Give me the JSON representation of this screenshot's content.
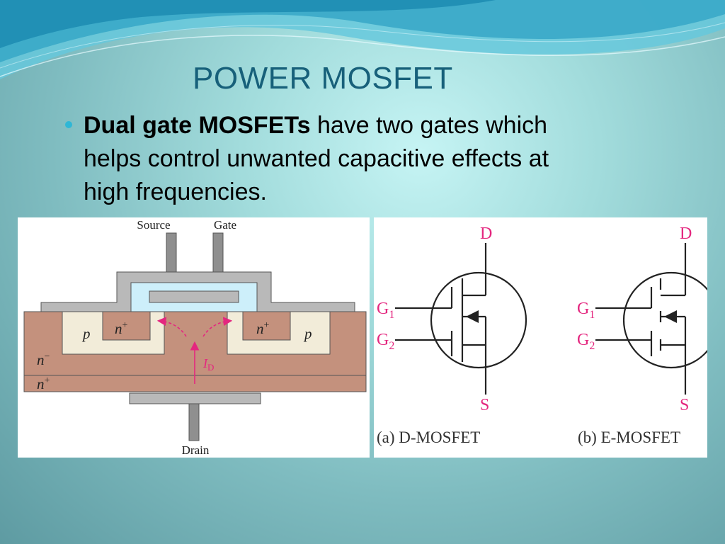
{
  "slide": {
    "title": "POWER MOSFET",
    "bullet": {
      "bold": "Dual gate MOSFETs",
      "line1_rest": " have two gates which",
      "line2": "helps control unwanted capacitive effects at",
      "line3": "high frequencies."
    }
  },
  "cross_section": {
    "source_label": "Source",
    "gate_label": "Gate",
    "drain_label": "Drain",
    "p": "p",
    "n_plus_base": "n",
    "n_plus_sup": "+",
    "n_minus_base": "n",
    "n_minus_sup": "−",
    "id_base": "I",
    "id_sub": "D"
  },
  "symbols": {
    "d_label": "D",
    "s_label": "S",
    "g_base": "G",
    "g1_sub": "1",
    "g2_sub": "2",
    "caption_a": "(a) D-MOSFET",
    "caption_b": "(b) E-MOSFET"
  },
  "colors": {
    "title": "#17607a",
    "bullet": "#2fb7d6",
    "substrate": "#c4917d",
    "p_region": "#f2ecd9",
    "oxide": "#cdeffa",
    "metal": "#b9b9b9",
    "arrow": "#e4277f"
  }
}
